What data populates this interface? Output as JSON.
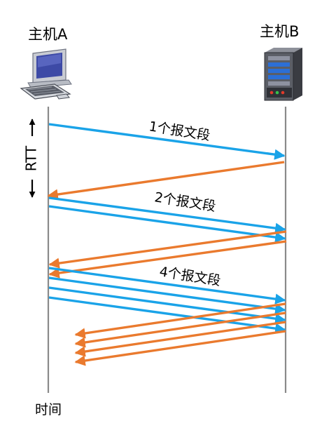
{
  "host_a": {
    "label": "主机A"
  },
  "host_b": {
    "label": "主机B"
  },
  "rtt_label": "RTT",
  "time_label": "时间",
  "rounds": [
    {
      "label": "1个报文段",
      "segments": 1
    },
    {
      "label": "2个报文段",
      "segments": 2
    },
    {
      "label": "4个报文段",
      "segments": 4
    }
  ],
  "colors": {
    "data_arrow": "#1aa3e8",
    "ack_arrow": "#ea7a2e",
    "timeline": "#8a8a8a"
  },
  "icons": {
    "host_a": "desktop-computer-icon",
    "host_b": "server-tower-icon"
  }
}
